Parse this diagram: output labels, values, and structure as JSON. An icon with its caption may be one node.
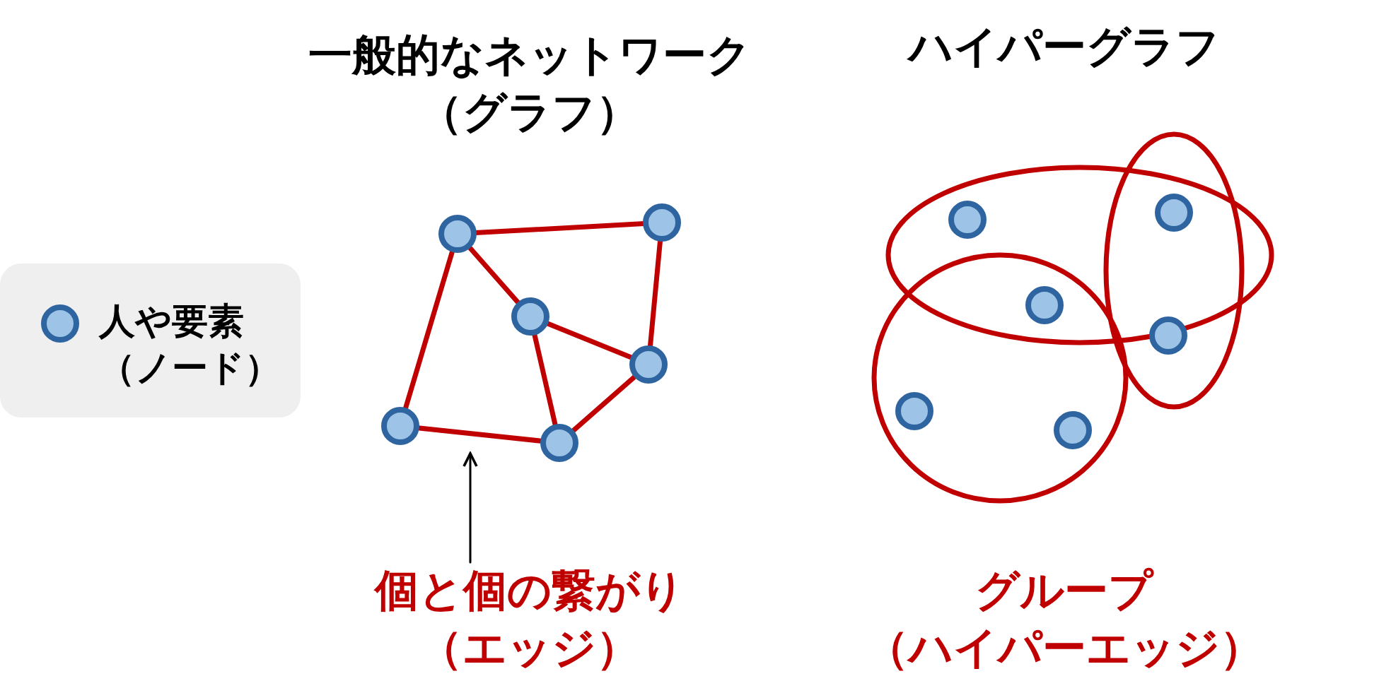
{
  "diagram": {
    "nodes": [
      {
        "text": [],
        "shape": "circle"
      },
      {
        "text": [],
        "shape": "circle"
      },
      {
        "text": [],
        "shape": "circle"
      },
      {
        "text": [],
        "shape": "circle"
      },
      {
        "text": [],
        "shape": "circle"
      },
      {
        "text": [],
        "shape": "circle"
      },
      {
        "text": [],
        "shape": "ellipse"
      },
      {
        "text": [],
        "shape": "ellipse"
      },
      {
        "text": [],
        "shape": "circle"
      },
      {
        "text": [],
        "shape": "circle",
        "in": 6
      },
      {
        "text": [],
        "shape": "circle"
      },
      {
        "text": [],
        "shape": "circle"
      },
      {
        "text": [],
        "shape": "circle",
        "in": 7
      },
      {
        "text": [],
        "shape": "circle",
        "in": 8
      },
      {
        "text": [],
        "shape": "circle",
        "in": 8
      },
      {
        "text": [
          "個と個の繋がり（エッジ）"
        ]
      }
    ],
    "edges": [
      {
        "from": 0,
        "to": 1,
        "arrow": "none"
      },
      {
        "from": 0,
        "to": 2,
        "arrow": "none"
      },
      {
        "from": 0,
        "to": 4,
        "arrow": "none"
      },
      {
        "from": 1,
        "to": 3,
        "arrow": "none"
      },
      {
        "from": 2,
        "to": 3,
        "arrow": "none"
      },
      {
        "from": 2,
        "to": 5,
        "arrow": "none"
      },
      {
        "from": 3,
        "to": 5,
        "arrow": "none"
      },
      {
        "from": 4,
        "to": 5,
        "arrow": "none"
      },
      {
        "from": 15,
        "to": null,
        "arrow": "to",
        "color": "#000000"
      }
    ],
    "labels": [
      "一般的なネットワーク（グラフ）",
      "ハイパーグラフ",
      "グループ（ハイパーエッジ）"
    ],
    "legend": [
      {
        "text": "人や要素（ノード）"
      }
    ]
  }
}
